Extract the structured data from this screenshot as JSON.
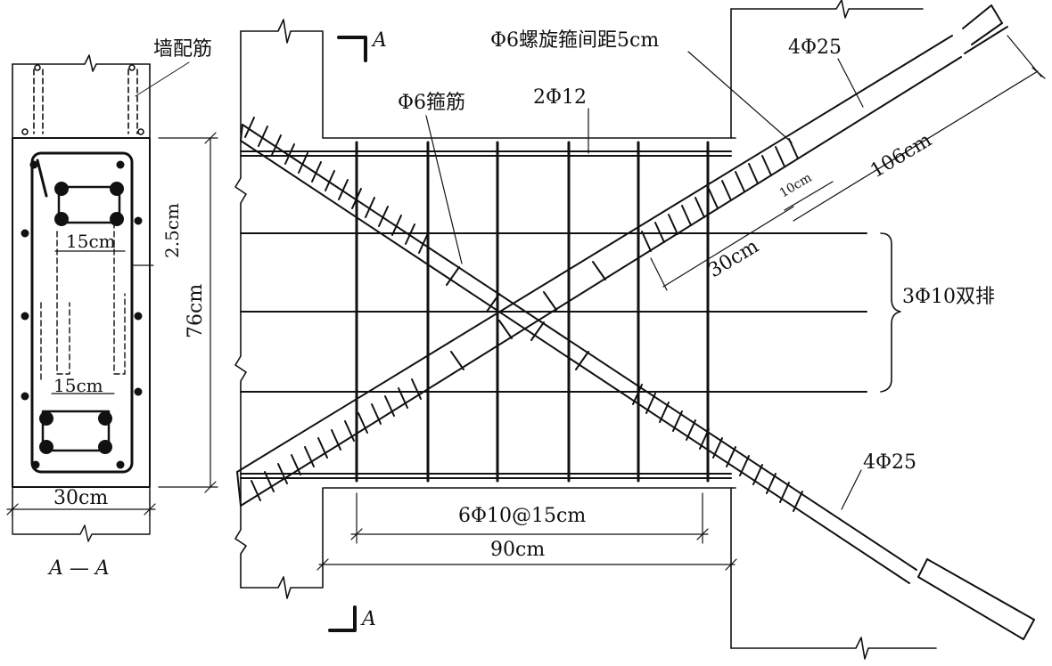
{
  "section": {
    "title": "A — A",
    "wall_rebar": "墙配筋",
    "width": "30cm",
    "height": "76cm",
    "cover": "2.5cm",
    "spacing_top": "15cm",
    "spacing_bottom": "15cm"
  },
  "elevation": {
    "cut_mark_top": "A",
    "cut_mark_bottom": "A",
    "spiral_spacing": "Φ6螺旋箍间距5cm",
    "stirrup": "Φ6箍筋",
    "top_bars": "2Φ12",
    "diag_bars_top": "4Φ25",
    "diag_bars_bottom": "4Φ25",
    "anchor_length": "106cm",
    "offset_small": "10cm",
    "offset_large": "30cm",
    "horizontal_bars": "3Φ10双排",
    "vertical_stirrups": "6Φ10@15cm",
    "beam_width": "90cm"
  },
  "colors": {
    "ink": "#111111",
    "paper": "#ffffff"
  }
}
